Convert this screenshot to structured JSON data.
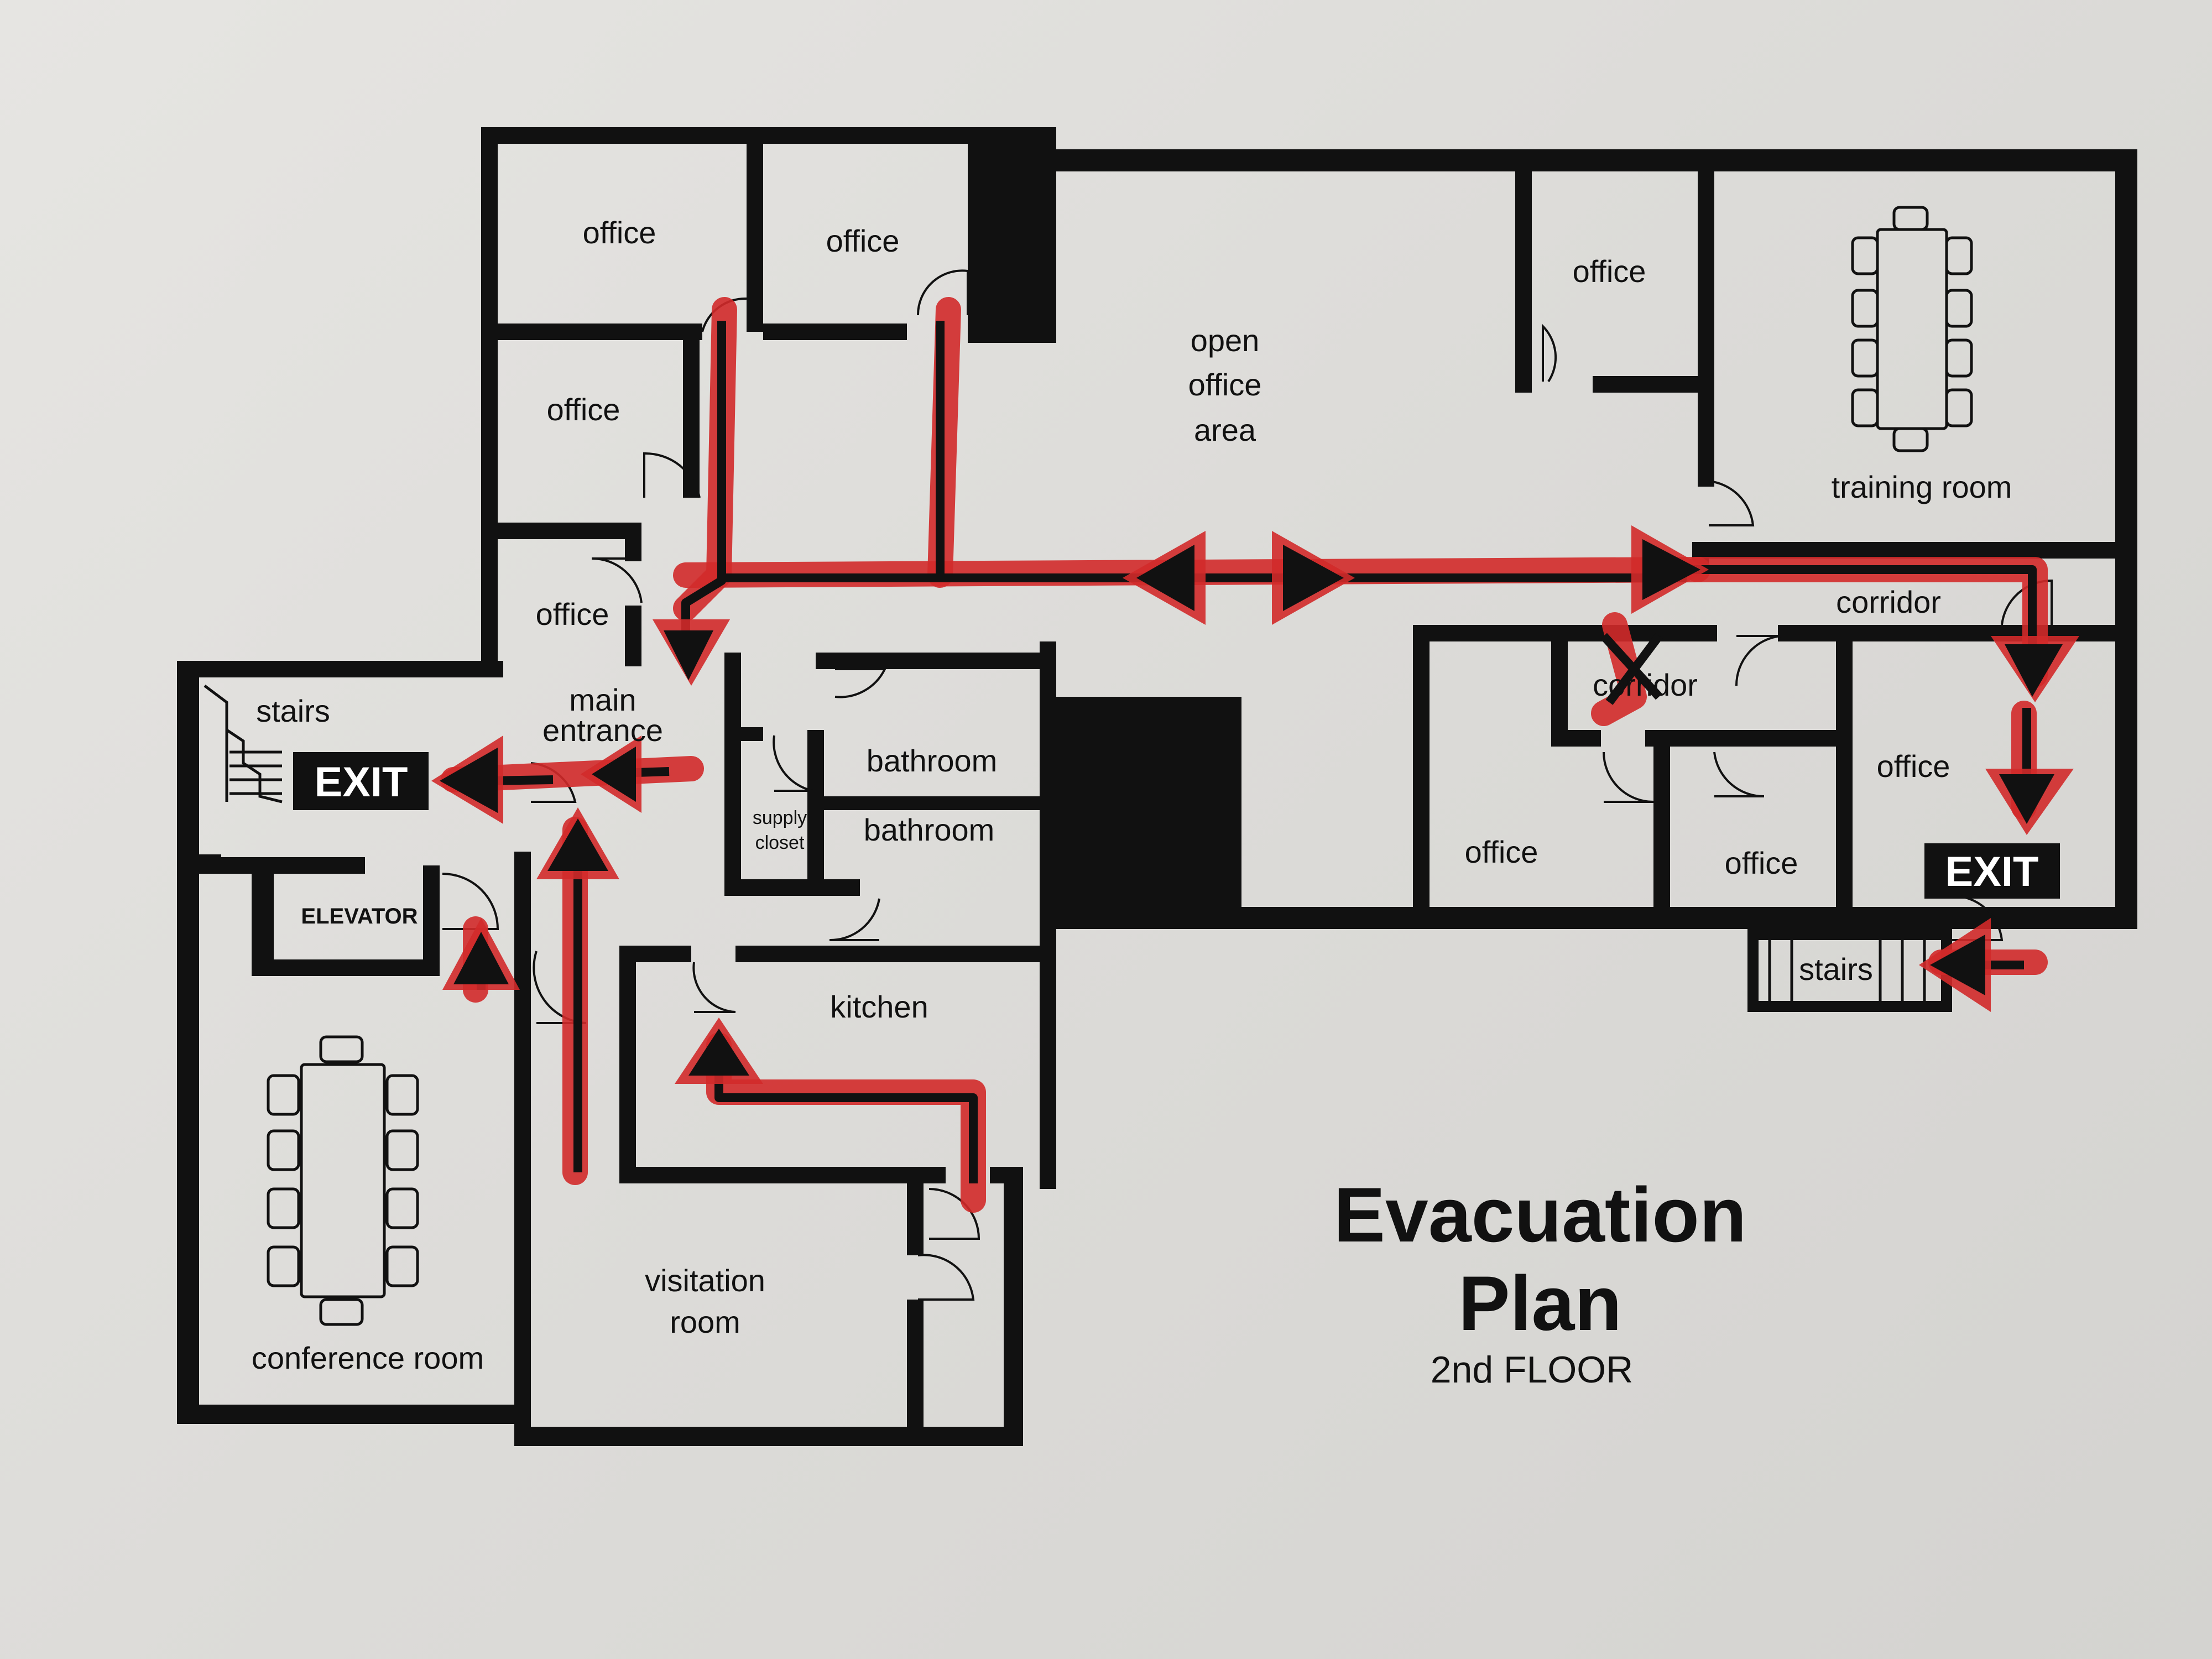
{
  "title": {
    "line1": "Evacuation",
    "line2": "Plan",
    "floor": "2nd FLOOR"
  },
  "rooms": {
    "office_top_left": "office",
    "office_top_mid": "office",
    "office_left_mid": "office",
    "office_left_low": "office",
    "open_office_1": "open",
    "open_office_2": "office",
    "open_office_3": "area",
    "office_top_right": "office",
    "training_room": "training room",
    "corridor_top": "corridor",
    "corridor_inner": "corridor",
    "office_right_1": "office",
    "office_right_2": "office",
    "office_right_3": "office",
    "stairs_left": "stairs",
    "main_entrance_1": "main",
    "main_entrance_2": "entrance",
    "bathroom_1": "bathroom",
    "bathroom_2": "bathroom",
    "supply_1": "supply",
    "supply_2": "closet",
    "elevator": "ELEVATOR",
    "kitchen": "kitchen",
    "visitation_1": "visitation",
    "visitation_2": "room",
    "conference_room": "conference room",
    "stairs_right": "stairs"
  },
  "exits": {
    "left": "EXIT",
    "right": "EXIT"
  },
  "colors": {
    "route": "#d22a2a",
    "walls": "#111111",
    "paper": "#e2e1de"
  }
}
